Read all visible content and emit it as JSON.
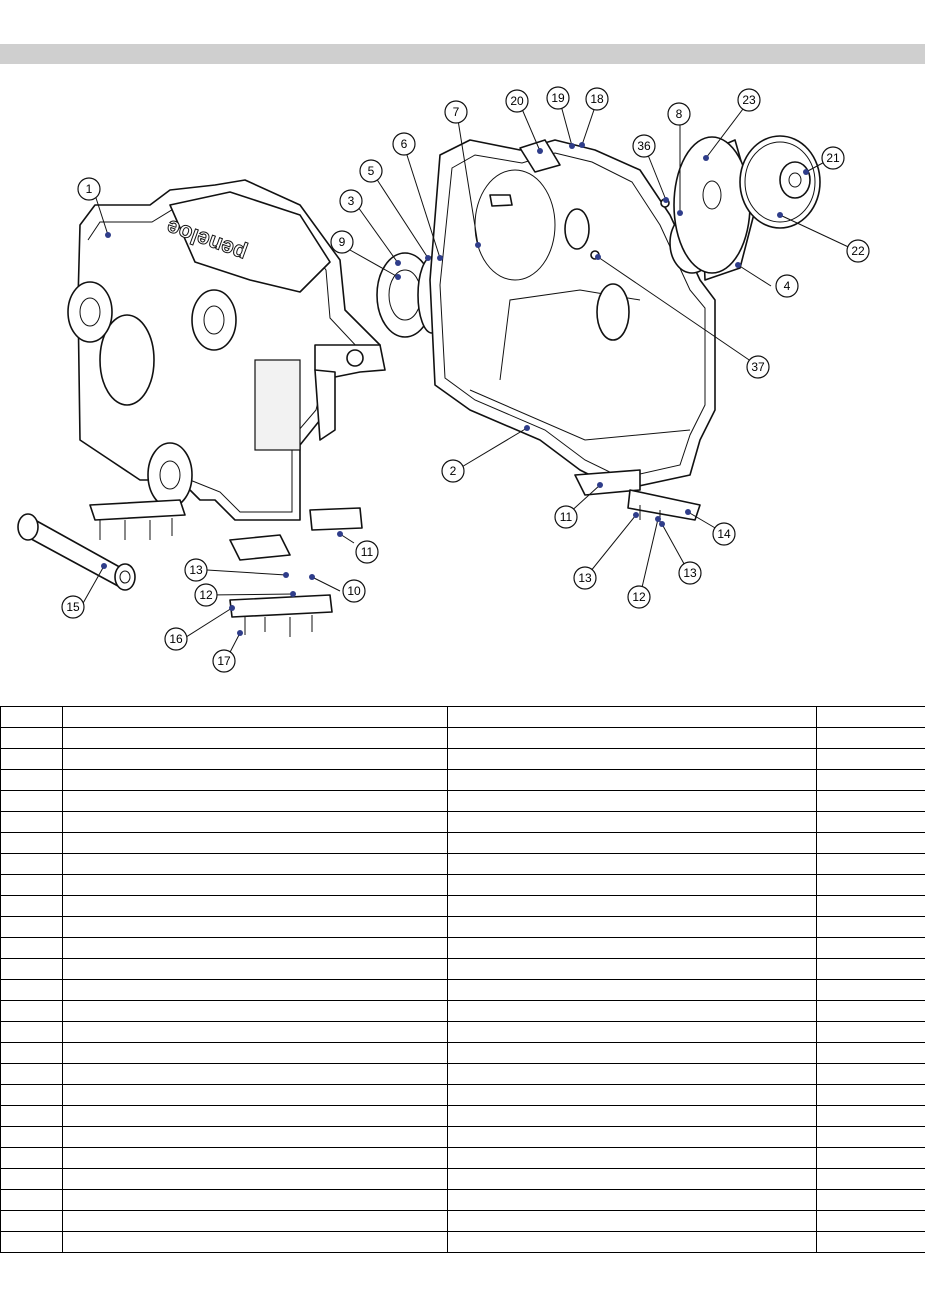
{
  "brand": {
    "logo_text": "peneloe"
  },
  "callouts": [
    {
      "id": "c1",
      "label": "1"
    },
    {
      "id": "c2",
      "label": "2"
    },
    {
      "id": "c3",
      "label": "3"
    },
    {
      "id": "c4",
      "label": "4"
    },
    {
      "id": "c5",
      "label": "5"
    },
    {
      "id": "c6",
      "label": "6"
    },
    {
      "id": "c7",
      "label": "7"
    },
    {
      "id": "c8",
      "label": "8"
    },
    {
      "id": "c9",
      "label": "9"
    },
    {
      "id": "c10",
      "label": "10"
    },
    {
      "id": "c11a",
      "label": "11"
    },
    {
      "id": "c11b",
      "label": "11"
    },
    {
      "id": "c12a",
      "label": "12"
    },
    {
      "id": "c12b",
      "label": "12"
    },
    {
      "id": "c13a",
      "label": "13"
    },
    {
      "id": "c13b",
      "label": "13"
    },
    {
      "id": "c13c",
      "label": "13"
    },
    {
      "id": "c14",
      "label": "14"
    },
    {
      "id": "c15",
      "label": "15"
    },
    {
      "id": "c16",
      "label": "16"
    },
    {
      "id": "c17",
      "label": "17"
    },
    {
      "id": "c18",
      "label": "18"
    },
    {
      "id": "c19",
      "label": "19"
    },
    {
      "id": "c20",
      "label": "20"
    },
    {
      "id": "c21",
      "label": "21"
    },
    {
      "id": "c22",
      "label": "22"
    },
    {
      "id": "c23",
      "label": "23"
    },
    {
      "id": "c36",
      "label": "36"
    },
    {
      "id": "c37",
      "label": "37"
    }
  ],
  "table": {
    "headers": [
      "",
      "",
      "",
      ""
    ],
    "rows": [
      [
        "",
        "",
        "",
        ""
      ],
      [
        "",
        "",
        "",
        ""
      ],
      [
        "",
        "",
        "",
        ""
      ],
      [
        "",
        "",
        "",
        ""
      ],
      [
        "",
        "",
        "",
        ""
      ],
      [
        "",
        "",
        "",
        ""
      ],
      [
        "",
        "",
        "",
        ""
      ],
      [
        "",
        "",
        "",
        ""
      ],
      [
        "",
        "",
        "",
        ""
      ],
      [
        "",
        "",
        "",
        ""
      ],
      [
        "",
        "",
        "",
        ""
      ],
      [
        "",
        "",
        "",
        ""
      ],
      [
        "",
        "",
        "",
        ""
      ],
      [
        "",
        "",
        "",
        ""
      ],
      [
        "",
        "",
        "",
        ""
      ],
      [
        "",
        "",
        "",
        ""
      ],
      [
        "",
        "",
        "",
        ""
      ],
      [
        "",
        "",
        "",
        ""
      ],
      [
        "",
        "",
        "",
        ""
      ],
      [
        "",
        "",
        "",
        ""
      ],
      [
        "",
        "",
        "",
        ""
      ],
      [
        "",
        "",
        "",
        ""
      ],
      [
        "",
        "",
        "",
        ""
      ],
      [
        "",
        "",
        "",
        ""
      ],
      [
        "",
        "",
        "",
        ""
      ]
    ]
  }
}
